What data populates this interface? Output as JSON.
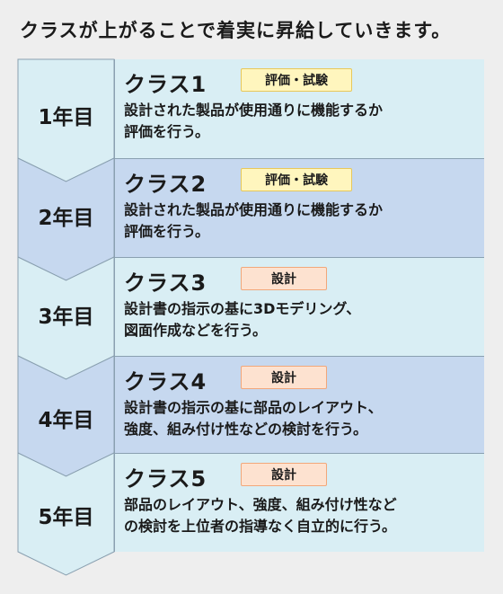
{
  "header": {
    "title": "クラスが上がることで着実に昇給していきます。"
  },
  "colors": {
    "row_odd": "#d9eef4",
    "row_even": "#c6d8ef",
    "eval_badge": "#fff6be",
    "design_badge": "#fde2d0"
  },
  "years": [
    {
      "label": "1年目",
      "class_title": "クラス1",
      "badge": "評価・試験",
      "badge_type": "eval",
      "description": "設計された製品が使用通りに機能するか\n評価を行う。"
    },
    {
      "label": "2年目",
      "class_title": "クラス2",
      "badge": "評価・試験",
      "badge_type": "eval",
      "description": "設計された製品が使用通りに機能するか\n評価を行う。"
    },
    {
      "label": "3年目",
      "class_title": "クラス3",
      "badge": "設計",
      "badge_type": "design",
      "description": "設計書の指示の基に3Dモデリング、\n図面作成などを行う。"
    },
    {
      "label": "4年目",
      "class_title": "クラス4",
      "badge": "設計",
      "badge_type": "design",
      "description": "設計書の指示の基に部品のレイアウト、\n強度、組み付け性などの検討を行う。"
    },
    {
      "label": "5年目",
      "class_title": "クラス5",
      "badge": "設計",
      "badge_type": "design",
      "description": "部品のレイアウト、強度、組み付け性など\nの検討を上位者の指導なく自立的に行う。"
    }
  ]
}
